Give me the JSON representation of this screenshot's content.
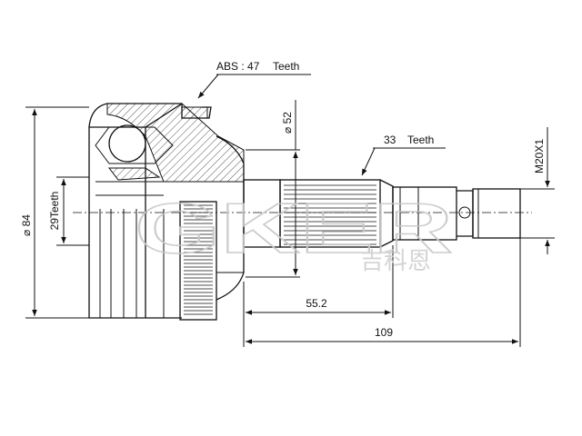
{
  "dimensions": {
    "abs_label": "ABS : 47",
    "abs_teeth": "Teeth",
    "outer_diameter": "⌀ 84",
    "inner_teeth": "29Teeth",
    "bell_diameter": "⌀ 52",
    "spline_count": "33",
    "spline_teeth": "Teeth",
    "thread": "M20X1",
    "spline_length": "55.2",
    "total_length": "109"
  },
  "watermark": {
    "brand": "GKER",
    "chinese": "吉科恩"
  }
}
